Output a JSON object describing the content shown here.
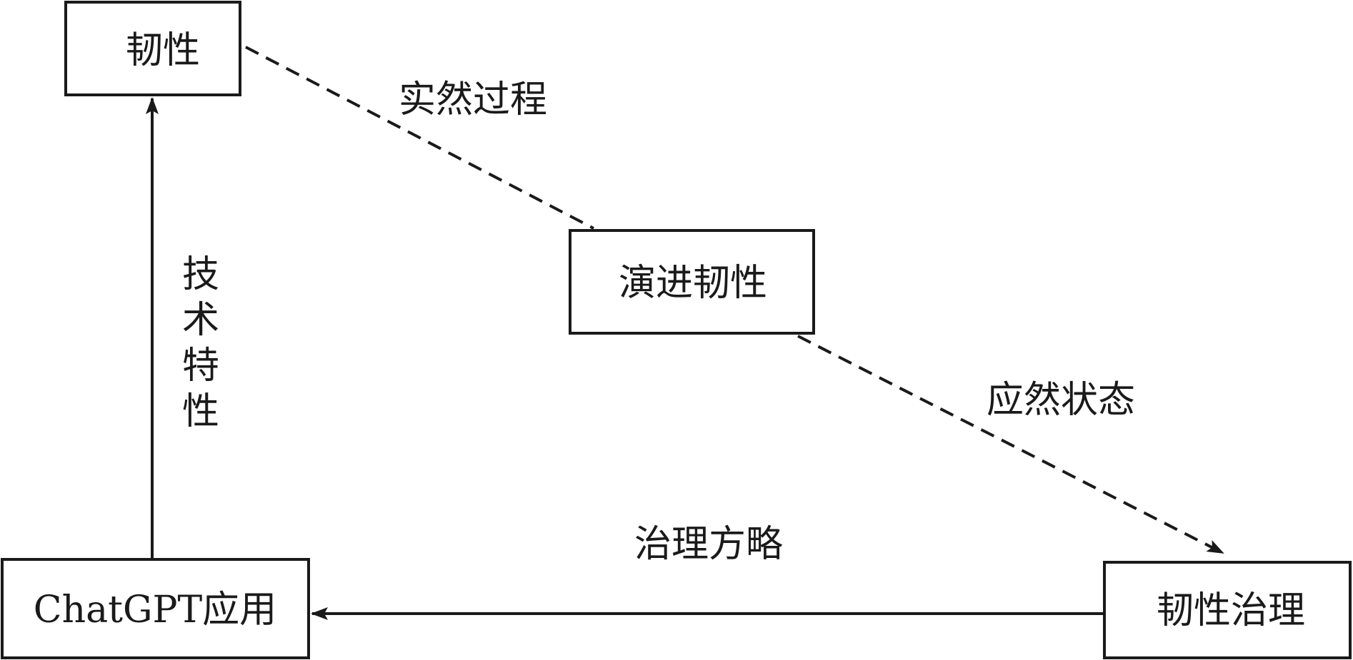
{
  "nodes": {
    "resilience": "韧性",
    "evolutionary_resilience": "演进韧性",
    "chatgpt_application": "ChatGPT应用",
    "resilience_governance": "韧性治理"
  },
  "edges": {
    "actual_process": "实然过程",
    "ideal_state": "应然状态",
    "governance_strategy": "治理方略",
    "technical_characteristics": [
      "技",
      "术",
      "特",
      "性"
    ]
  }
}
